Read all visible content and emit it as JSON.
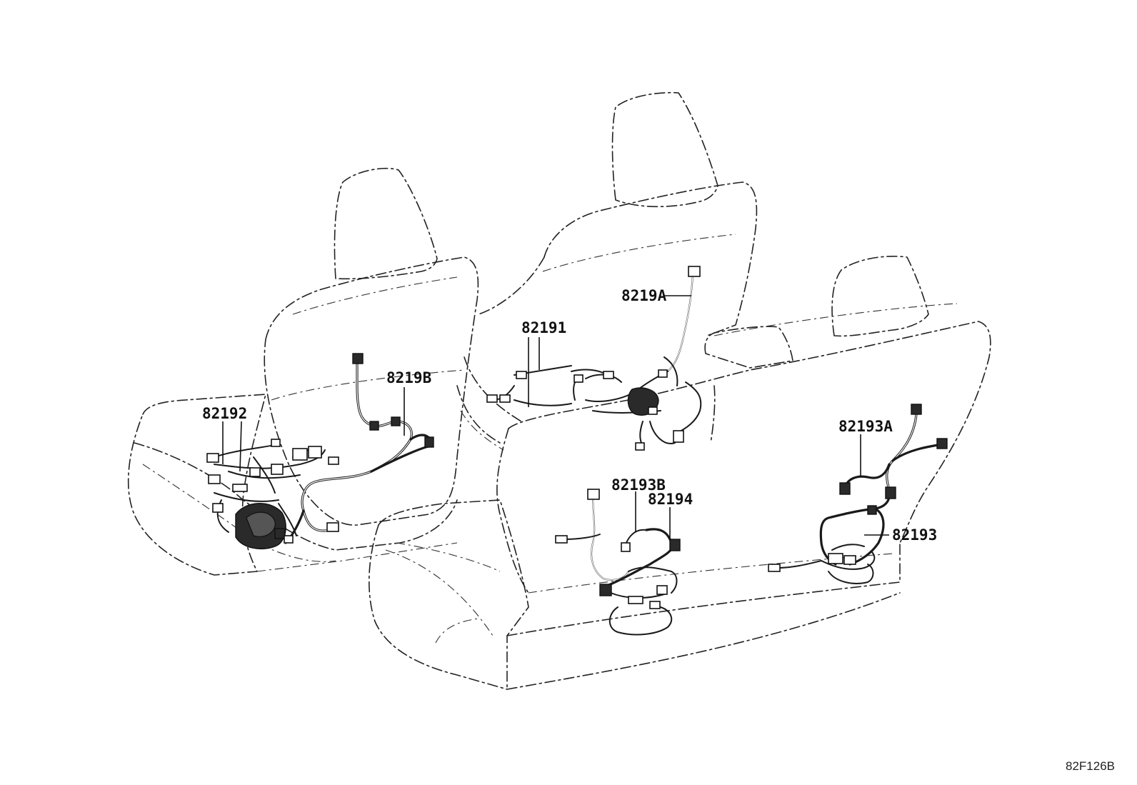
{
  "labels": {
    "p82192": "82192",
    "p8219B": "8219B",
    "p82191": "82191",
    "p8219A": "8219A",
    "p82193A": "82193A",
    "p82193B": "82193B",
    "p82194": "82194",
    "p82193": "82193"
  },
  "diagram_code": "82F126B",
  "colors": {
    "line": "#111111",
    "background": "#ffffff"
  }
}
